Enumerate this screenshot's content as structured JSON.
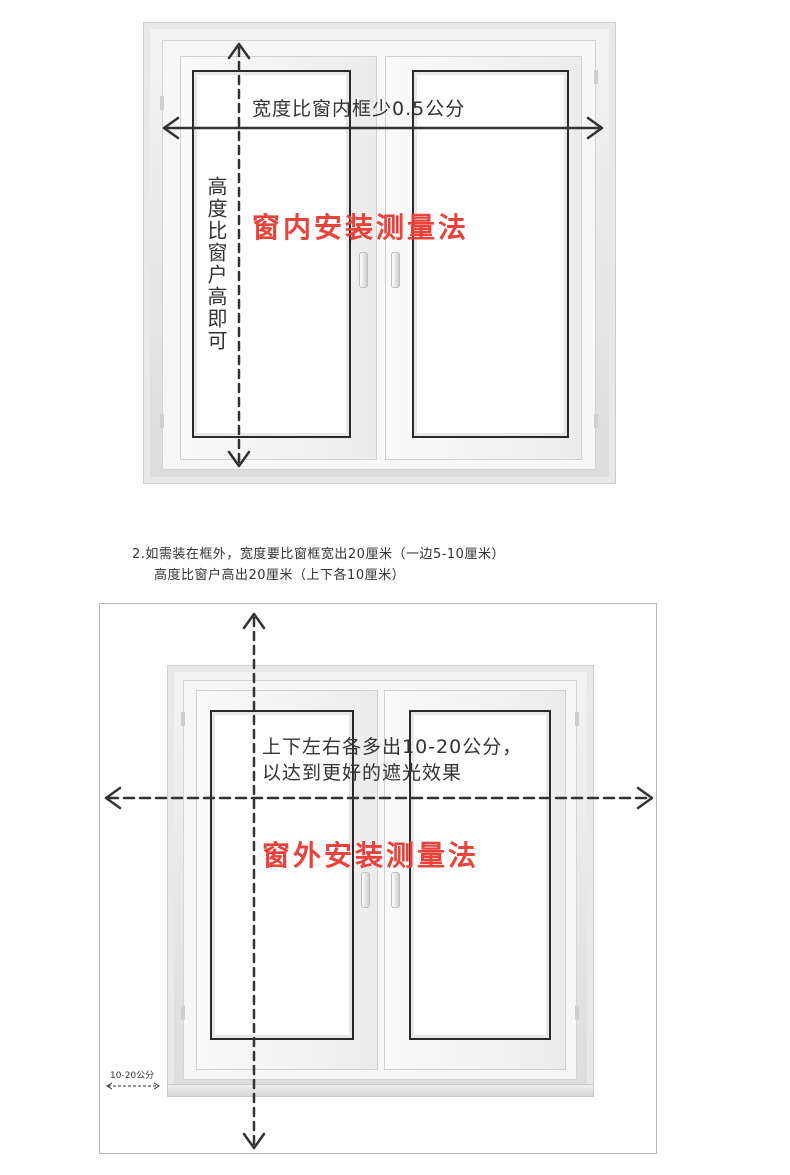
{
  "top": {
    "width_label": "宽度比窗内框少0.5公分",
    "height_label": "高度比窗户高即可",
    "method_title": "窗内安装测量法"
  },
  "note": {
    "line1": "2.如需装在框外，宽度要比窗框宽出20厘米（一边5-10厘米）",
    "line2": "高度比窗户高出20厘米（上下各10厘米）"
  },
  "bottom": {
    "extra_line1": "上下左右各多出10-20公分，",
    "extra_line2": "以达到更好的遮光效果",
    "method_title": "窗外安装测量法",
    "margin_label": "10-20公分"
  },
  "colors": {
    "accent": "#e8423b",
    "text": "#333333",
    "line": "#333333"
  }
}
